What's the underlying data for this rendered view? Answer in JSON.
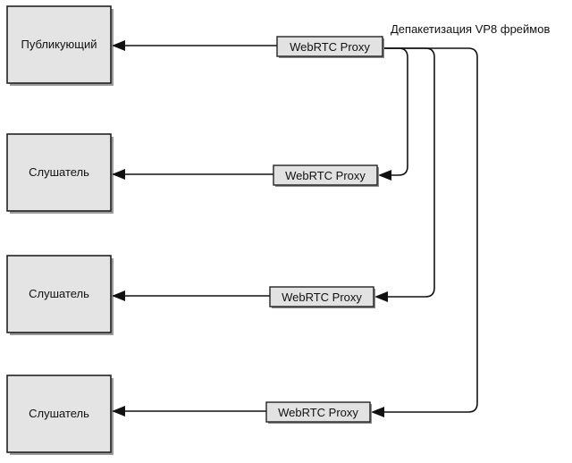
{
  "annotation": "Депакетизация VP8 фреймов",
  "nodes": [
    {
      "id": "publisher",
      "label": "Публикующий"
    },
    {
      "id": "listener-1",
      "label": "Слушатель"
    },
    {
      "id": "listener-2",
      "label": "Слушатель"
    },
    {
      "id": "listener-3",
      "label": "Слушатель"
    }
  ],
  "proxies": [
    {
      "id": "proxy-0",
      "label": "WebRTC Proxy"
    },
    {
      "id": "proxy-1",
      "label": "WebRTC Proxy"
    },
    {
      "id": "proxy-2",
      "label": "WebRTC Proxy"
    },
    {
      "id": "proxy-3",
      "label": "WebRTC Proxy"
    }
  ]
}
